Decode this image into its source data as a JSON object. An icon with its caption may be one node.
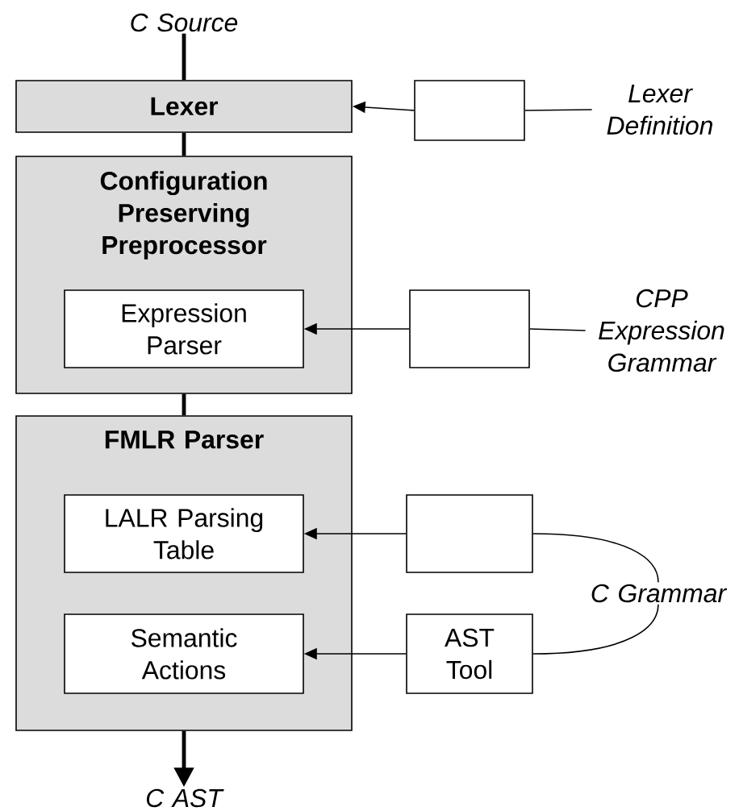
{
  "diagram": {
    "nodes": [
      {
        "text": [
          "C Source"
        ]
      },
      {
        "text": [
          "Lexer"
        ]
      },
      {
        "text": [
          "Configuration Preserving Preprocessor"
        ]
      },
      {
        "text": [
          "Expression Parser"
        ],
        "in": 2
      },
      {
        "text": [],
        "shape": "box"
      },
      {
        "text": [
          "Lexer Definition"
        ]
      },
      {
        "text": [],
        "shape": "box"
      },
      {
        "text": [
          "CPP Expression Grammar"
        ]
      },
      {
        "text": [
          "FMLR Parser"
        ]
      },
      {
        "text": [
          "LALR Parsing Table"
        ],
        "in": 8
      },
      {
        "text": [
          "Semantic Actions"
        ],
        "in": 8
      },
      {
        "text": [],
        "shape": "box"
      },
      {
        "text": [
          "AST Tool"
        ]
      },
      {
        "text": [
          "C Grammar"
        ]
      },
      {
        "text": [
          "C AST"
        ]
      }
    ],
    "edges": [
      {
        "from": 0,
        "to": 1,
        "arrow": "none",
        "style": "thick"
      },
      {
        "from": 1,
        "to": 2,
        "arrow": "none",
        "style": "thick"
      },
      {
        "from": 2,
        "to": 8,
        "arrow": "none",
        "style": "thick"
      },
      {
        "from": 8,
        "to": 14,
        "arrow": "to",
        "style": "thick"
      },
      {
        "from": 4,
        "to": 1,
        "arrow": "to"
      },
      {
        "from": 5,
        "to": 4,
        "arrow": "none"
      },
      {
        "from": 6,
        "to": 3,
        "arrow": "to"
      },
      {
        "from": 7,
        "to": 6,
        "arrow": "none"
      },
      {
        "from": 11,
        "to": 9,
        "arrow": "to"
      },
      {
        "from": 12,
        "to": 10,
        "arrow": "to"
      },
      {
        "from": 13,
        "to": 11,
        "arrow": "none"
      },
      {
        "from": 13,
        "to": 12,
        "arrow": "none"
      }
    ]
  }
}
